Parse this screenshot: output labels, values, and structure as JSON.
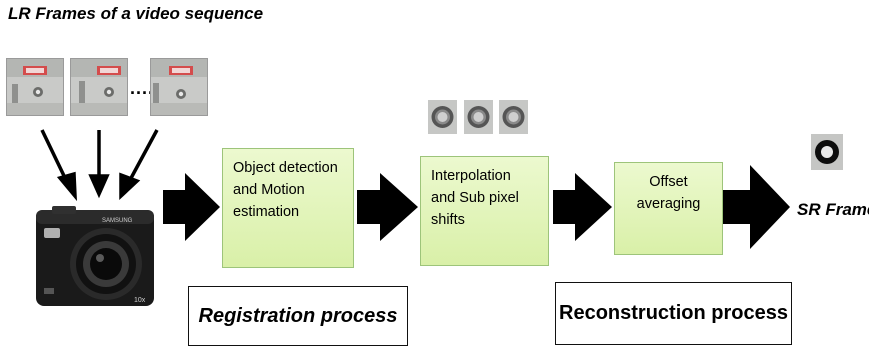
{
  "title": "LR Frames of a video sequence",
  "ellipsis": "....",
  "steps": [
    {
      "lines": [
        "Object detection",
        "and Motion",
        "estimation"
      ]
    },
    {
      "lines": [
        "Interpolation",
        "and Sub pixel",
        "shifts"
      ]
    },
    {
      "lines": [
        "Offset",
        "averaging"
      ]
    }
  ],
  "registration_label": "Registration process",
  "reconstruction_label": "Reconstruction process",
  "output_label": "SR Frame",
  "camera": {
    "brand": "SAMSUNG",
    "zoom": "10x"
  },
  "colors": {
    "box_fill": "#dff3b5",
    "box_border": "#9dc47a",
    "arrow": "#000000"
  }
}
